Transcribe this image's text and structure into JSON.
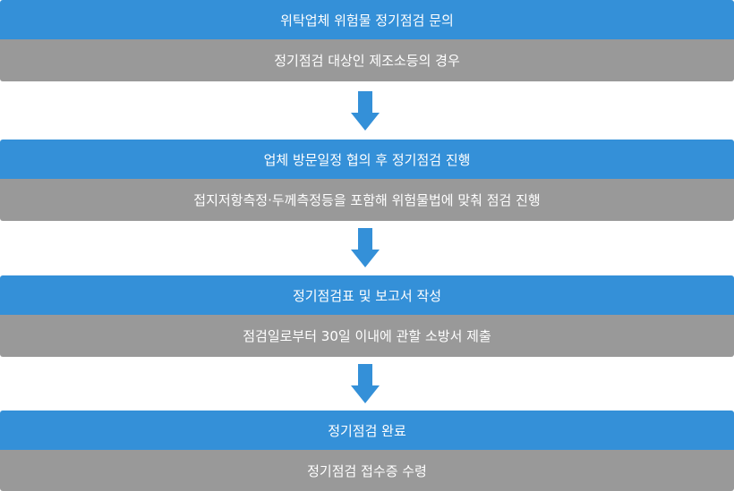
{
  "colors": {
    "title_bg": "#3490d8",
    "desc_bg": "#999999",
    "arrow": "#3490d8"
  },
  "steps": [
    {
      "title": "위탁업체 위험물 정기점검 문의",
      "desc": "정기점검 대상인 제조소등의 경우"
    },
    {
      "title": "업체 방문일정 협의 후 정기점검 진행",
      "desc": "접지저항측정·두께측정등을 포함해 위험물법에 맞춰 점검 진행"
    },
    {
      "title": "정기점검표 및 보고서 작성",
      "desc": "점검일로부터 30일 이내에 관할 소방서 제출"
    },
    {
      "title": "정기점검 완료",
      "desc": "정기점검 접수증 수령"
    }
  ]
}
